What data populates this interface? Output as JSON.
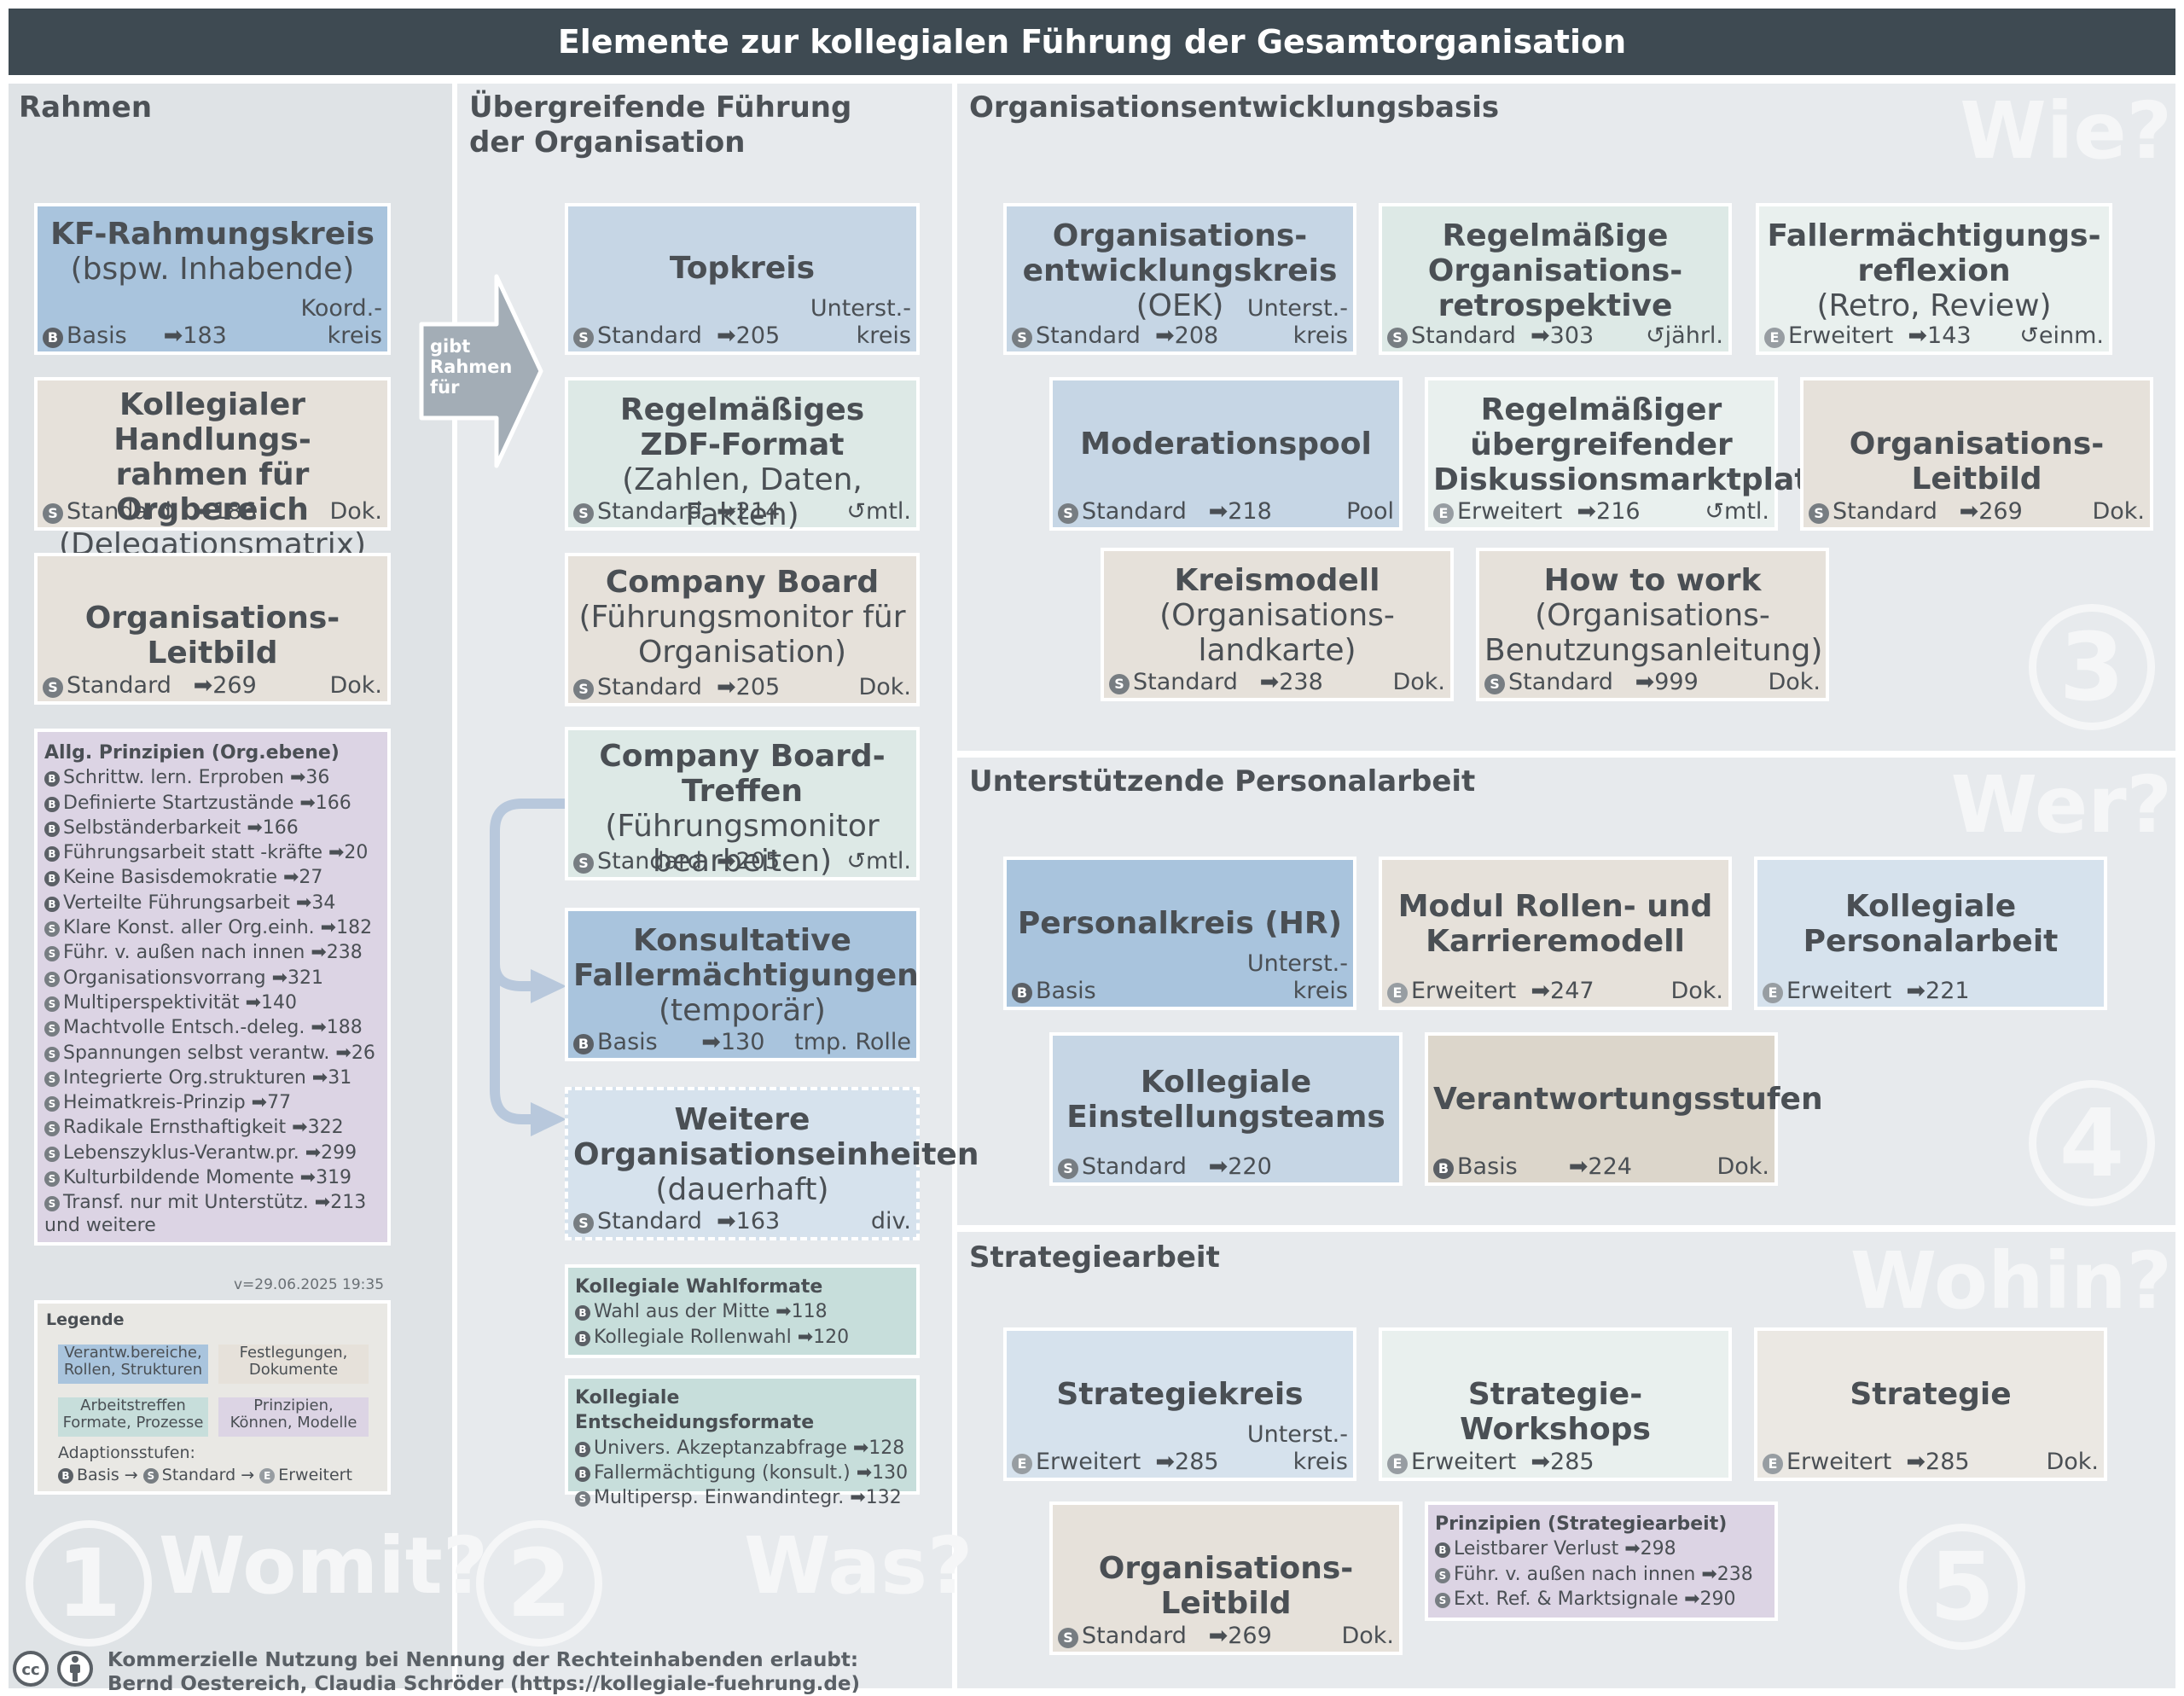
{
  "title": "Elemente zur kollegialen Führung der Gesamtorganisation",
  "sections": {
    "rahmen": "Rahmen",
    "fuehrung": "Übergreifende Führung der Organisation",
    "oe": "Organisationsentwicklungsbasis",
    "personal": "Unterstützende Personalarbeit",
    "strategie": "Strategiearbeit"
  },
  "questions": {
    "q1": "Womit?",
    "q2": "Was?",
    "q3": "Wie?",
    "q4": "Wer?",
    "q5": "Wohin?"
  },
  "numbers": {
    "n1": "1",
    "n2": "2",
    "n3": "3",
    "n4": "4",
    "n5": "5"
  },
  "arrow_text": "gibt Rahmen für",
  "cards": {
    "kf": {
      "t1": "KF-Rahmungskreis",
      "t2": "(bspw. Inhabende)",
      "badge": "B",
      "level": "Basis",
      "ref": "➡183",
      "right": "Koord.-\nkreis"
    },
    "khr": {
      "t1": "Kollegialer Handlungs-\nrahmen für Orgbereich",
      "t2": "(Delegationsmatrix)",
      "badge": "S",
      "level": "Standard",
      "ref": "➡186",
      "right": "Dok."
    },
    "olb1": {
      "t1": "Organisations-Leitbild",
      "badge": "S",
      "level": "Standard",
      "ref": "➡269",
      "right": "Dok."
    },
    "topkreis": {
      "t1": "Topkreis",
      "badge": "S",
      "level": "Standard",
      "ref": "➡205",
      "right": "Unterst.-\nkreis"
    },
    "zdf": {
      "t1": "Regelmäßiges\nZDF-Format",
      "t2": "(Zahlen, Daten, Fakten)",
      "badge": "S",
      "level": "Standard",
      "ref": "➡214",
      "right": "↺mtl."
    },
    "cb": {
      "t1": "Company Board",
      "t2": "(Führungsmonitor für\nOrganisation)",
      "badge": "S",
      "level": "Standard",
      "ref": "➡205",
      "right": "Dok."
    },
    "cbt": {
      "t1": "Company Board-Treffen",
      "t2": "(Führungsmonitor\nbearbeiten)",
      "badge": "S",
      "level": "Standard",
      "ref": "➡205",
      "right": "↺mtl."
    },
    "kfe": {
      "t1": "Konsultative\nFallermächtigungen",
      "t2": "(temporär)",
      "badge": "B",
      "level": "Basis",
      "ref": "➡130",
      "right": "tmp. Rolle"
    },
    "woe": {
      "t1": "Weitere\nOrganisationseinheiten",
      "t2": "(dauerhaft)",
      "badge": "S",
      "level": "Standard",
      "ref": "➡163",
      "right": "div."
    },
    "oek": {
      "t1": "Organisations-\nentwicklungskreis",
      "t2": "(OEK)",
      "badge": "S",
      "level": "Standard",
      "ref": "➡208",
      "right": "Unterst.-\nkreis"
    },
    "ror": {
      "t1": "Regelmäßige\nOrganisations-\nretrospektive",
      "badge": "S",
      "level": "Standard",
      "ref": "➡303",
      "right": "↺jährl."
    },
    "fer": {
      "t1": "Fallermächtigungs-\nreflexion",
      "t2": "(Retro, Review)",
      "badge": "E",
      "level": "Erweitert",
      "ref": "➡143",
      "right": "↺einm."
    },
    "mp": {
      "t1": "Moderationspool",
      "badge": "S",
      "level": "Standard",
      "ref": "➡218",
      "right": "Pool"
    },
    "rud": {
      "t1": "Regelmäßiger\nübergreifender\nDiskussionsmarktplatz",
      "badge": "E",
      "level": "Erweitert",
      "ref": "➡216",
      "right": "↺mtl."
    },
    "olb2": {
      "t1": "Organisations-Leitbild",
      "badge": "S",
      "level": "Standard",
      "ref": "➡269",
      "right": "Dok."
    },
    "km": {
      "t1": "Kreismodell",
      "t2": "(Organisations-\nlandkarte)",
      "badge": "S",
      "level": "Standard",
      "ref": "➡238",
      "right": "Dok."
    },
    "htw": {
      "t1": "How to work",
      "t2": "(Organisations-\nBenutzungsanleitung)",
      "badge": "S",
      "level": "Standard",
      "ref": "➡999",
      "right": "Dok."
    },
    "pk": {
      "t1": "Personalkreis (HR)",
      "badge": "B",
      "level": "Basis",
      "right": "Unterst.-\nkreis"
    },
    "mrk": {
      "t1": "Modul Rollen- und\nKarrieremodell",
      "badge": "E",
      "level": "Erweitert",
      "ref": "➡247",
      "right": "Dok."
    },
    "kpa": {
      "t1": "Kollegiale\nPersonalarbeit",
      "badge": "E",
      "level": "Erweitert",
      "ref": "➡221"
    },
    "ket": {
      "t1": "Kollegiale\nEinstellungsteams",
      "badge": "S",
      "level": "Standard",
      "ref": "➡220"
    },
    "vs": {
      "t1": "Verantwortungsstufen",
      "badge": "B",
      "level": "Basis",
      "ref": "➡224",
      "right": "Dok."
    },
    "sk": {
      "t1": "Strategiekreis",
      "badge": "E",
      "level": "Erweitert",
      "ref": "➡285",
      "right": "Unterst.-\nkreis"
    },
    "sw": {
      "t1": "Strategie-Workshops",
      "badge": "E",
      "level": "Erweitert",
      "ref": "➡285"
    },
    "st": {
      "t1": "Strategie",
      "badge": "E",
      "level": "Erweitert",
      "ref": "➡285",
      "right": "Dok."
    },
    "olb3": {
      "t1": "Organisations-Leitbild",
      "badge": "S",
      "level": "Standard",
      "ref": "➡269",
      "right": "Dok."
    }
  },
  "principles": {
    "heading": "Allg. Prinzipien (Org.ebene)",
    "items": [
      {
        "b": "B",
        "text": "Schrittw. lern. Erproben ➡36"
      },
      {
        "b": "B",
        "text": "Definierte Startzustände ➡166"
      },
      {
        "b": "B",
        "text": "Selbständerbarkeit ➡166"
      },
      {
        "b": "B",
        "text": "Führungsarbeit statt -kräfte ➡20"
      },
      {
        "b": "B",
        "text": "Keine Basisdemokratie ➡27"
      },
      {
        "b": "B",
        "text": "Verteilte Führungsarbeit ➡34"
      },
      {
        "b": "S",
        "text": "Klare Konst. aller Org.einh. ➡182"
      },
      {
        "b": "S",
        "text": "Führ. v. außen nach innen ➡238"
      },
      {
        "b": "S",
        "text": "Organisationsvorrang ➡321"
      },
      {
        "b": "S",
        "text": "Multiperspektivität ➡140"
      },
      {
        "b": "S",
        "text": "Machtvolle Entsch.-deleg. ➡188"
      },
      {
        "b": "S",
        "text": "Spannungen selbst verantw. ➡26"
      },
      {
        "b": "S",
        "text": "Integrierte Org.strukturen ➡31"
      },
      {
        "b": "S",
        "text": "Heimatkreis-Prinzip ➡77"
      },
      {
        "b": "S",
        "text": "Radikale Ernsthaftigkeit ➡322"
      },
      {
        "b": "S",
        "text": "Lebenszyklus-Verantw.pr. ➡299"
      },
      {
        "b": "S",
        "text": "Kulturbildende Momente ➡319"
      },
      {
        "b": "S",
        "text": "Transf. nur mit Unterstütz. ➡213"
      }
    ],
    "more": "und weitere"
  },
  "version": "v=29.06.2025 19:35",
  "legend": {
    "title": "Legende",
    "box1": "Verantw.bereiche,\nRollen, Strukturen",
    "box2": "Festlegungen,\nDokumente",
    "box3": "Arbeitstreffen\nFormate, Prozesse",
    "box4": "Prinzipien,\nKönnen, Modelle",
    "adapt": "Adaptionsstufen:",
    "stage1": "Basis →",
    "stage2": "Standard →",
    "stage3": "Erweitert"
  },
  "wahl": {
    "heading": "Kollegiale Wahlformate",
    "items": [
      {
        "b": "B",
        "text": "Wahl aus der Mitte ➡118"
      },
      {
        "b": "B",
        "text": "Kollegiale Rollenwahl ➡120"
      }
    ]
  },
  "entsch": {
    "heading": "Kollegiale Entscheidungsformate",
    "items": [
      {
        "b": "B",
        "text": "Univers. Akzeptanzabfrage ➡128"
      },
      {
        "b": "B",
        "text": "Fallermächtigung (konsult.) ➡130"
      },
      {
        "b": "S",
        "text": "Multipersp. Einwandintegr. ➡132"
      }
    ]
  },
  "strat_prinz": {
    "heading": "Prinzipien (Strategiearbeit)",
    "items": [
      {
        "b": "B",
        "text": "Leistbarer Verlust ➡298"
      },
      {
        "b": "S",
        "text": "Führ. v. außen nach innen ➡238"
      },
      {
        "b": "S",
        "text": "Ext. Ref. & Marktsignale ➡290"
      }
    ]
  },
  "footer": {
    "line1": "Kommerzielle Nutzung bei Nennung der Rechteinhabenden erlaubt:",
    "line2": "Bernd Oestereich, Claudia Schröder (https://kollegiale-fuehrung.de)",
    "cc": "cc"
  },
  "colors": {
    "title_bg": "#3e4a52",
    "blue": "#a9c4dd",
    "beige": "#e6e1da",
    "green": "#dde9e6",
    "purple": "#dcd4e4"
  }
}
